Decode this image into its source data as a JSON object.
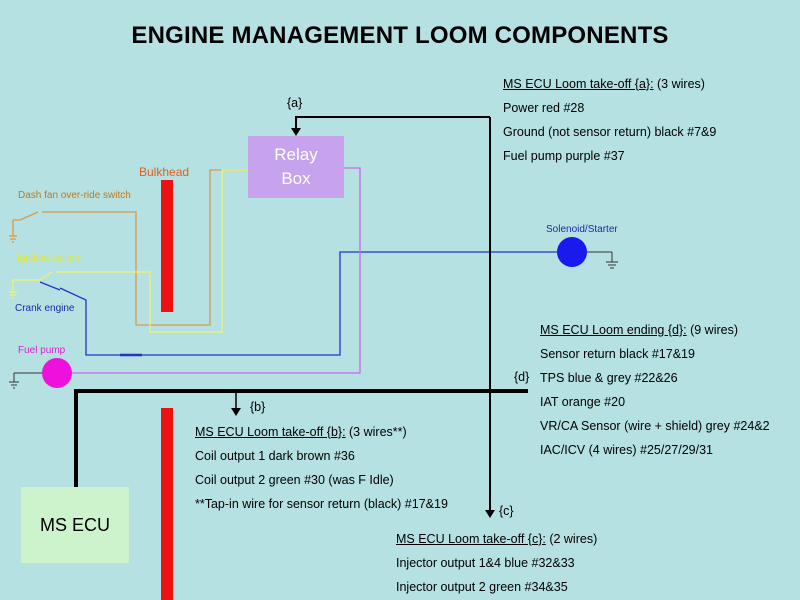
{
  "title": "ENGINE MANAGEMENT LOOM COMPONENTS",
  "relay_box": {
    "line1": "Relay",
    "line2": "Box"
  },
  "ecu_label": "MS ECU",
  "labels": {
    "bulkhead": "Bulkhead",
    "dash_fan": "Dash fan over-ride switch",
    "ignition": "Ignition switch",
    "crank": "Crank engine",
    "fuel_pump": "Fuel pump",
    "solenoid": "Solenoid/Starter",
    "tag_a": "{a}",
    "tag_b": "{b}",
    "tag_c": "{c}",
    "tag_d": "{d}"
  },
  "takeoff_a": {
    "heading": "MS ECU Loom take-off {a}:",
    "count": " (3 wires)",
    "lines": [
      "Power red #28",
      "Ground (not sensor return) black #7&9",
      "Fuel pump purple #37"
    ]
  },
  "ending_d": {
    "heading": "MS ECU Loom ending {d}:",
    "count": " (9 wires)",
    "lines": [
      "Sensor return black #17&19",
      "TPS blue & grey #22&26",
      "IAT orange #20",
      "VR/CA Sensor (wire + shield) grey #24&2",
      "IAC/ICV (4 wires) #25/27/29/31"
    ]
  },
  "takeoff_b": {
    "heading": "MS ECU Loom take-off {b}:",
    "count": " (3 wires**)",
    "lines": [
      "Coil output 1 dark brown #36",
      "Coil output 2 green #30 (was F Idle)",
      "**Tap-in wire for sensor return (black) #17&19"
    ]
  },
  "takeoff_c": {
    "heading": "MS ECU Loom take-off {c}:",
    "count": " (2 wires)",
    "lines": [
      "Injector output 1&4 blue #32&33",
      "Injector output 2 green #34&35"
    ]
  },
  "colors": {
    "background": "#b5e1e3",
    "bulkhead": "#ee1111",
    "loom": "#000000",
    "relay_box": "#c7a3ee",
    "ecu_box": "#ccf3cc",
    "orange_wire": "#d69a4a",
    "yellow_wire": "#f2f26a",
    "blue_wire": "#2233cc",
    "purple_wire": "#cc66ee",
    "solenoid": "#1a1aee",
    "fuel_pump": "#ee11dd"
  }
}
